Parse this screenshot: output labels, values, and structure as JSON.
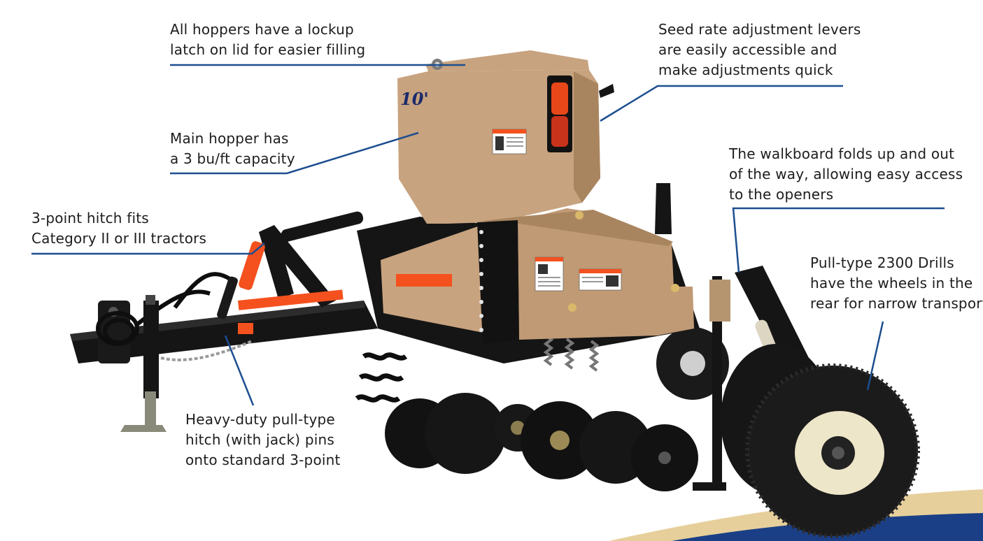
{
  "colors": {
    "leader": "#1d4e8f",
    "hopper": "#c8a37f",
    "hopper_shade": "#a9855f",
    "frame": "#151515",
    "tire": "#1b1b1b",
    "rim": "#eee6c9",
    "safety_orange": "#f4511e",
    "swoosh_gold": "#e6cf9b",
    "swoosh_blue": "#1b3f86"
  },
  "icons": [
    "hopper-lid-latch-icon",
    "warning-decal-icon",
    "tail-light-icon",
    "hydraulic-cylinder-icon"
  ],
  "machine": {
    "hopper_label": "10'"
  },
  "callouts": {
    "lid_latch": {
      "lines": [
        "All hoppers have a lockup",
        "latch on lid for easier filling"
      ]
    },
    "seed_rate": {
      "lines": [
        "Seed rate adjustment levers",
        "are easily accessible and",
        "make adjustments quick"
      ]
    },
    "main_hopper": {
      "lines": [
        "Main hopper has",
        "a 3 bu/ft capacity"
      ]
    },
    "walkboard": {
      "lines": [
        "The walkboard folds up and out",
        "of the way, allowing easy access",
        "to the openers"
      ]
    },
    "three_point": {
      "lines": [
        "3-point hitch fits",
        "Category II or III tractors"
      ]
    },
    "pull_type": {
      "lines": [
        "Pull-type 2300 Drills",
        "have the wheels in the",
        "rear for narrow transport"
      ]
    },
    "heavy_duty": {
      "lines": [
        "Heavy-duty pull-type",
        "hitch (with jack) pins",
        "onto standard 3-point"
      ]
    }
  }
}
